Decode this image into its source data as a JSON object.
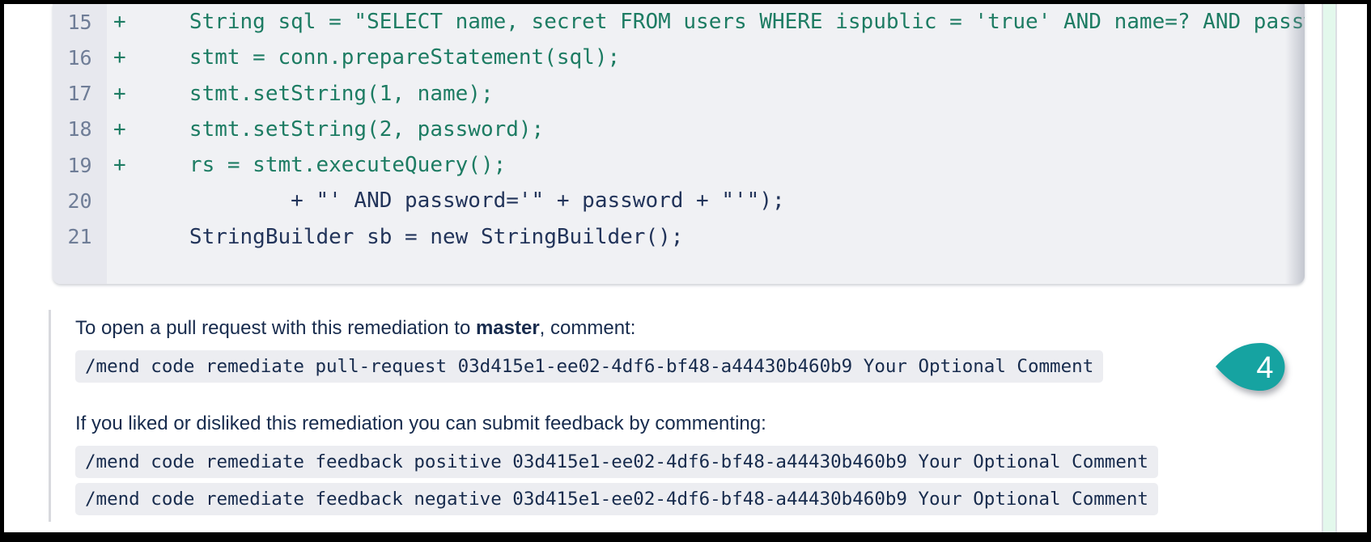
{
  "diff": {
    "rows": [
      {
        "number": "15",
        "kind": "added",
        "text": "+     String sql = \"SELECT name, secret FROM users WHERE ispublic = 'true' AND name=? AND password=?\";"
      },
      {
        "number": "16",
        "kind": "added",
        "text": "+     stmt = conn.prepareStatement(sql);"
      },
      {
        "number": "17",
        "kind": "added",
        "text": "+     stmt.setString(1, name);"
      },
      {
        "number": "18",
        "kind": "added",
        "text": "+     stmt.setString(2, password);"
      },
      {
        "number": "19",
        "kind": "added",
        "text": "+     rs = stmt.executeQuery();"
      },
      {
        "number": "20",
        "kind": "context",
        "text": "              + \"' AND password='\" + password + \"'\");"
      },
      {
        "number": "21",
        "kind": "context",
        "text": "      StringBuilder sb = new StringBuilder();"
      }
    ]
  },
  "remediation": {
    "pr_prefix": "To open a pull request with this remediation to ",
    "pr_branch": "master",
    "pr_suffix": ", comment:",
    "pr_command": "/mend code remediate pull-request 03d415e1-ee02-4df6-bf48-a44430b460b9 Your Optional Comment",
    "feedback_text": "If you liked or disliked this remediation you can submit feedback by commenting:",
    "feedback_positive": "/mend code remediate feedback positive 03d415e1-ee02-4df6-bf48-a44430b460b9 Your Optional Comment",
    "feedback_negative": "/mend code remediate feedback negative 03d415e1-ee02-4df6-bf48-a44430b460b9 Your Optional Comment"
  },
  "annotation": {
    "label": "4",
    "color": "#16a3a1"
  },
  "colors": {
    "added_text": "#1d7c63",
    "context_text": "#22345a",
    "body_text": "#172b4d",
    "code_block_bg": "#f0f1f4",
    "gutter_bg": "#e7e8ee",
    "chip_bg": "#ecedf1",
    "mint_strip": "#e3f8ec"
  }
}
